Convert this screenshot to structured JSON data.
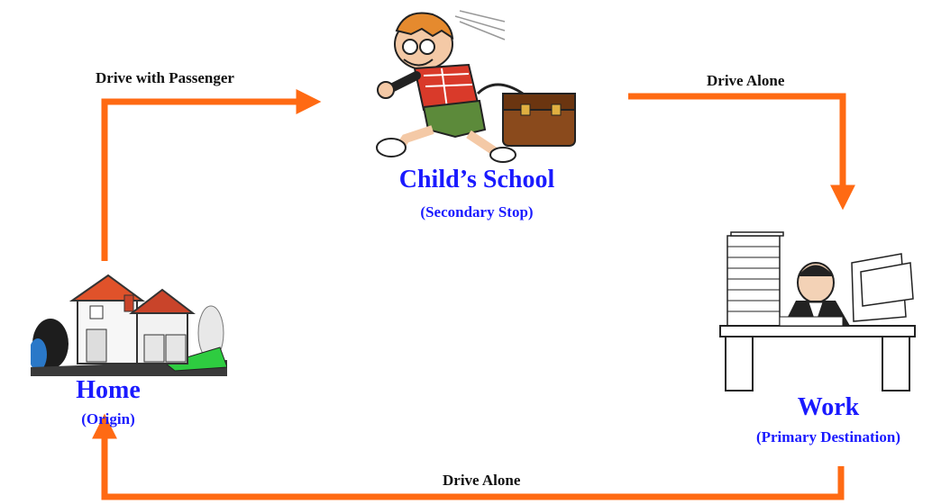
{
  "colors": {
    "arrow": "#ff6a13",
    "node_text": "#1a1aff",
    "edge_text": "#111111"
  },
  "nodes": {
    "home": {
      "title": "Home",
      "subtitle": "(Origin)",
      "icon": "house-icon"
    },
    "school": {
      "title": "Child’s School",
      "subtitle": "(Secondary Stop)",
      "icon": "running-child-icon"
    },
    "work": {
      "title": "Work",
      "subtitle": "(Primary Destination)",
      "icon": "office-worker-icon"
    }
  },
  "edges": [
    {
      "from": "home",
      "to": "school",
      "label": "Drive with Passenger"
    },
    {
      "from": "school",
      "to": "work",
      "label": "Drive Alone"
    },
    {
      "from": "work",
      "to": "home",
      "label": "Drive Alone"
    }
  ]
}
